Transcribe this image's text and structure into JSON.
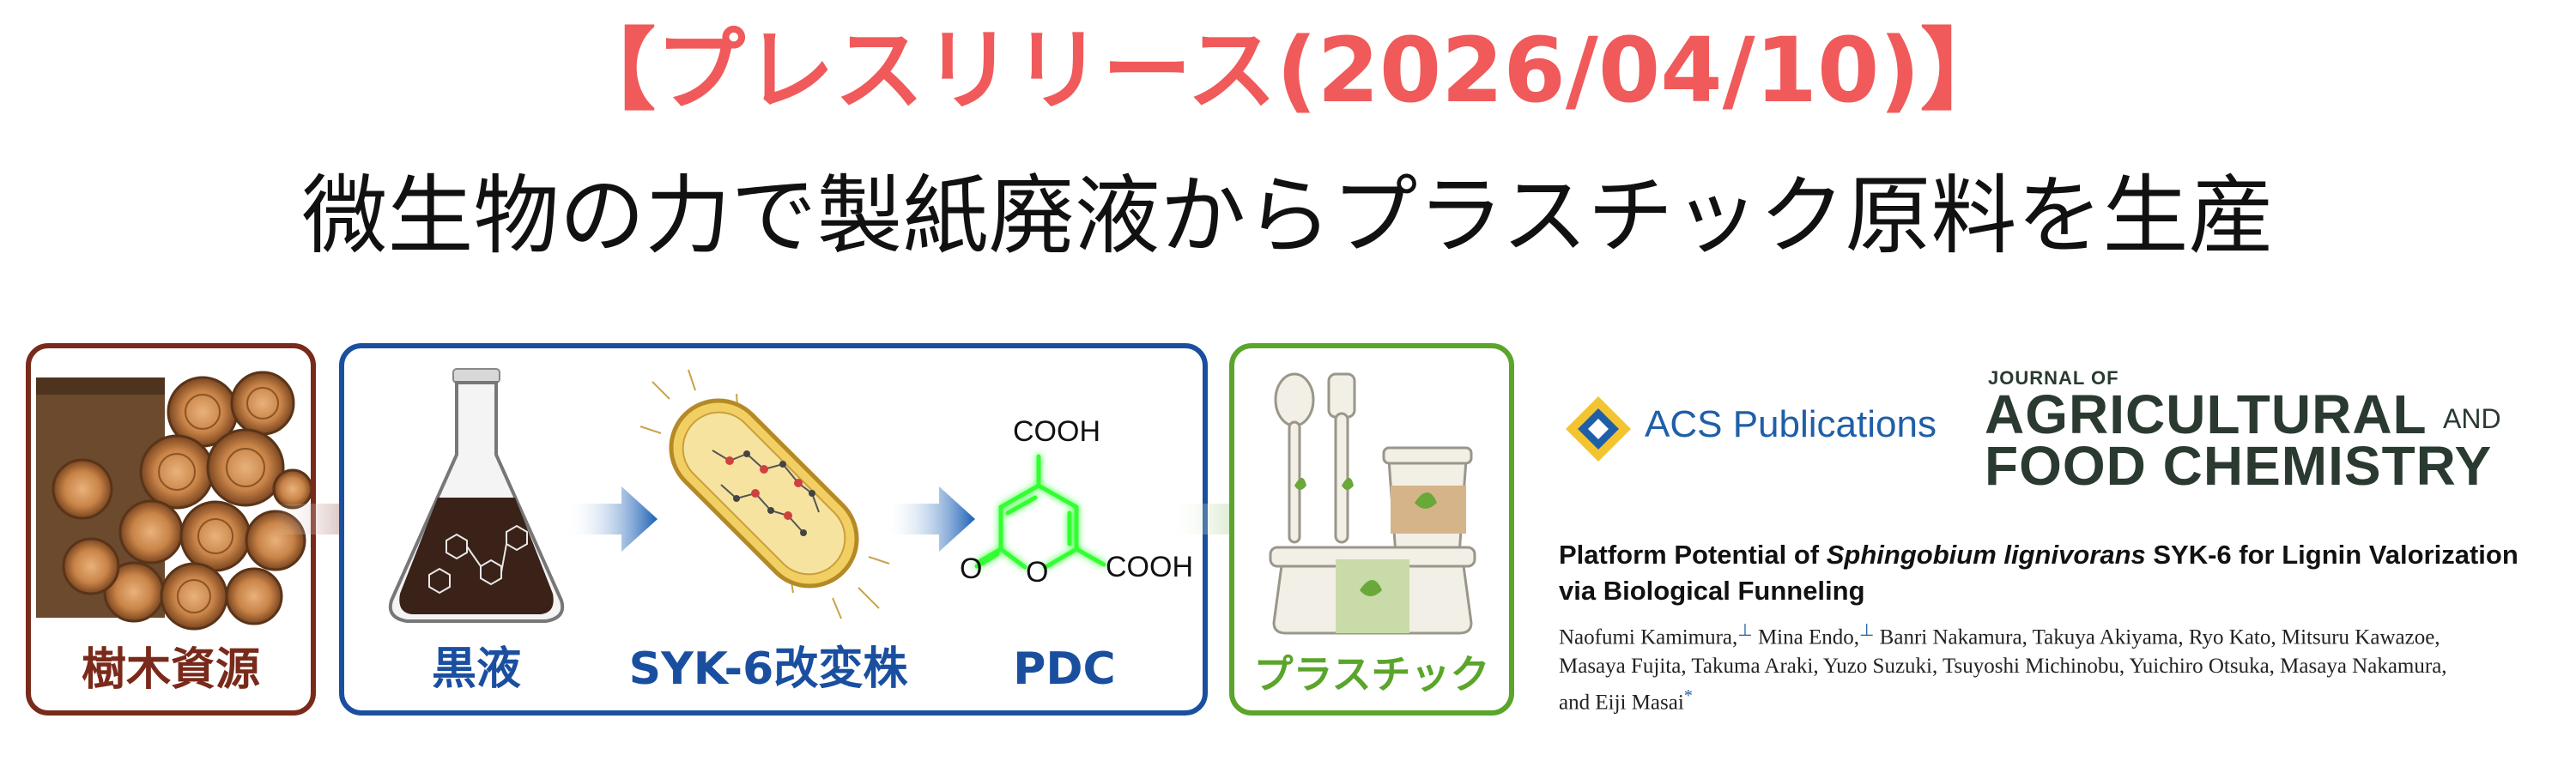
{
  "header": {
    "press_title": "【プレスリリース(2026/04/10)】",
    "main_title": "微生物の力で製紙廃液からプラスチック原料を生産"
  },
  "flow": {
    "wood_label": "樹木資源",
    "black_liquor_label": "黒液",
    "strain_label": "SYK-6改変株",
    "pdc_label": "PDC",
    "plastic_label": "プラスチック",
    "pdc_structure": {
      "cooh_top": "COOH",
      "cooh_right": "COOH",
      "carbonyl_o": "O",
      "ring_o": "O"
    },
    "colors": {
      "wood": "#7a2a1a",
      "process": "#1a4fa0",
      "plastic": "#5aa52a",
      "title": "#f05a5a",
      "pdc_glow": "#33ff33"
    }
  },
  "publication": {
    "publisher": "ACS Publications",
    "journal_of": "JOURNAL OF",
    "journal_line1": "AGRICULTURAL",
    "journal_and": "AND",
    "journal_line2": "FOOD CHEMISTRY",
    "paper_title_pre": "Platform Potential of ",
    "paper_title_species": "Sphingobium lignivorans",
    "paper_title_post": " SYK-6 for Lignin Valorization via Biological Funneling",
    "authors_line1": "Naofumi Kamimura,",
    "authors_sup1": "⊥",
    "authors_line1b": " Mina Endo,",
    "authors_sup2": "⊥",
    "authors_line1c": " Banri Nakamura, Takuya Akiyama, Ryo Kato, Mitsuru Kawazoe,",
    "authors_line2": "Masaya Fujita, Takuma Araki, Yuzo Suzuki, Tsuyoshi Michinobu, Yuichiro Otsuka, Masaya Nakamura,",
    "authors_line3": "and Eiji Masai",
    "authors_sup3": "*"
  }
}
